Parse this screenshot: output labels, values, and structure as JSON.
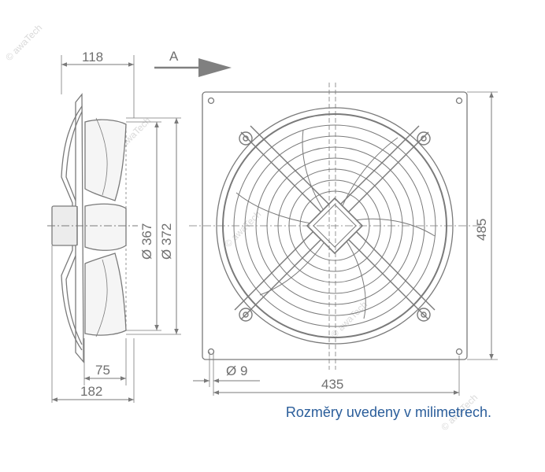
{
  "dimensions": {
    "depth_top": "118",
    "direction": "A",
    "dia_inner": "Ø 367",
    "dia_outer": "Ø 372",
    "height": "485",
    "hole": "Ø 9",
    "width": "435",
    "depth_small": "75",
    "depth_total": "182"
  },
  "note": "Rozměry uvedeny v milimetrech.",
  "watermark": "© awaTech",
  "colors": {
    "line": "#7a7a7a",
    "dim_text": "#6f6f6f",
    "note_text": "#2a5d9a",
    "arrow": "#808080"
  }
}
